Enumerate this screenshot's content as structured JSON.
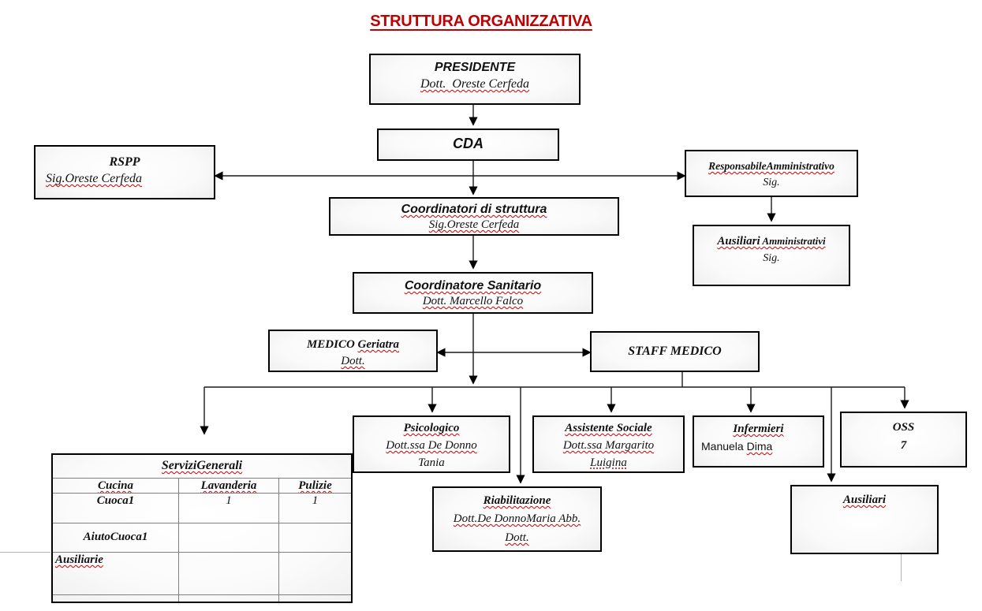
{
  "page": {
    "title": "STRUTTURA ORGANIZZATIVA"
  },
  "colors": {
    "title_red": "#C00000",
    "squiggle_red": "#CC0000",
    "box_border": "#000000",
    "table_grid_gray": "#808080"
  },
  "nodes": {
    "presidente": {
      "title": "PRESIDENTE",
      "subtitle": "Dott.  Oreste Cerfeda"
    },
    "cda": {
      "title": "CDA"
    },
    "rspp": {
      "title": "RSPP",
      "subtitle": "Sig.Oreste Cerfeda"
    },
    "responsabile_amministrativo": {
      "title": "ResponsabileAmministrativo",
      "subtitle": "Sig."
    },
    "ausiliari_amministrativi": {
      "title_main": "Ausiliari",
      "title_small": " Amministrativi",
      "subtitle": "Sig."
    },
    "coordinatori_struttura": {
      "title": "Coordinatori di struttura",
      "subtitle": "Sig.Oreste Cerfeda"
    },
    "coordinatore_sanitario": {
      "title": "Coordinatore Sanitario",
      "subtitle": "Dott. Marcello Falco"
    },
    "medico_geriatra": {
      "title_main": "MEDICO ",
      "title_wavy": "Geriatra",
      "subtitle": "Dott."
    },
    "staff_medico": {
      "title": "STAFF MEDICO"
    },
    "psicologico": {
      "title": "Psicologico",
      "line2": "Dott.ssa De Donno",
      "line3": "Tania"
    },
    "assistente_sociale": {
      "title": "Assistente Sociale",
      "line2": "Dott.ssa Margarito",
      "line3": "Luigina"
    },
    "infermieri": {
      "title": "Infermieri",
      "name_plain": "Manuela ",
      "name_wavy": "Dima"
    },
    "oss": {
      "title": "OSS",
      "count": "7"
    },
    "riabilitazione": {
      "title": "Riabilitazione",
      "line2": "Dott.De DonnoMaria Abb.",
      "line3": "Dott."
    },
    "ausiliari": {
      "title": "Ausiliari"
    }
  },
  "table": {
    "title": "ServiziGenerali",
    "headers": [
      "Cucina",
      "Lavanderia",
      "Pulizie"
    ],
    "rows": [
      [
        "Cuoca1",
        "1",
        "1"
      ],
      [
        "AiutoCuoca1",
        "",
        ""
      ],
      [
        "Ausiliarie",
        "",
        ""
      ],
      [
        "",
        "",
        ""
      ]
    ]
  }
}
